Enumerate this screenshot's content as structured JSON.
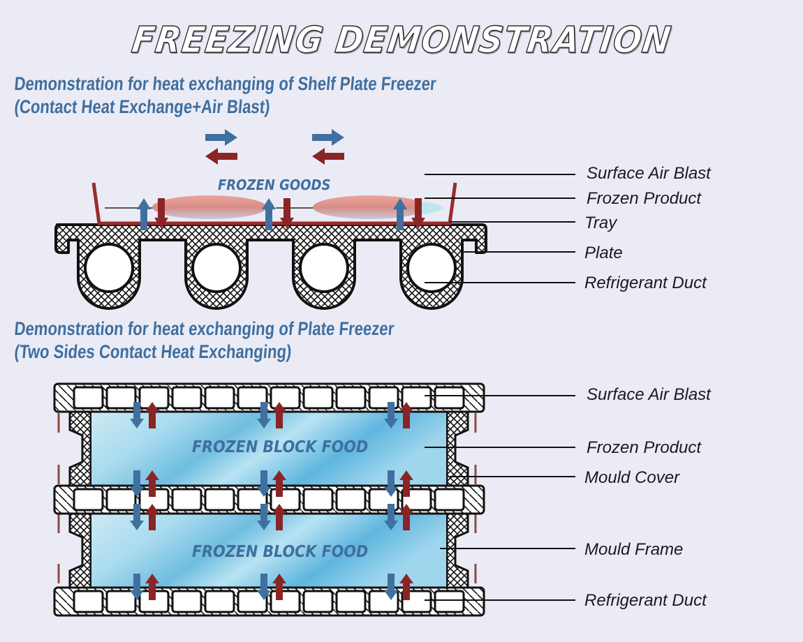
{
  "title": "FREEZING DEMONSTRATION",
  "colors": {
    "background": "#ebebf6",
    "heading": "#3f6f9f",
    "cold_arrow": "#40709f",
    "warm_arrow": "#8b2525",
    "tray": "#9b2b2b",
    "ice": "#8fd0ea"
  },
  "section1": {
    "heading_line1": "Demonstration for heat exchanging of  Shelf Plate Freezer",
    "heading_line2": "(Contact Heat Exchange+Air Blast)",
    "goods_label": "FROZEN GOODS",
    "callouts": [
      "Surface Air Blast",
      "Frozen Product",
      "Tray",
      "Plate",
      "Refrigerant Duct"
    ]
  },
  "section2": {
    "heading_line1": "Demonstration for heat exchanging of Plate Freezer",
    "heading_line2": "(Two Sides Contact Heat Exchanging)",
    "block_label_top": "FROZEN BLOCK FOOD",
    "block_label_bottom": "FROZEN BLOCK FOOD",
    "callouts": [
      "Surface Air Blast",
      "Frozen Product",
      "Mould Cover",
      "Mould Frame",
      "Refrigerant Duct"
    ]
  }
}
